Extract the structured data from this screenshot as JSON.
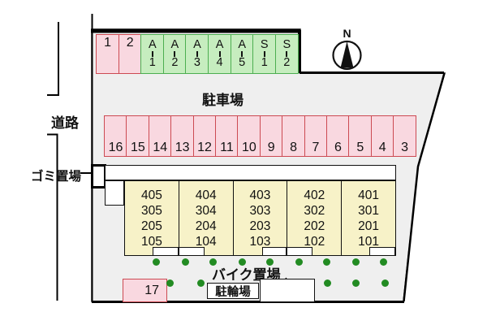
{
  "site": {
    "compass_label": "N",
    "labels": {
      "road": "道路",
      "garbage": "ゴミ置場",
      "parking_lot": "駐車場",
      "bike_area": "バイク置場",
      "bicycle_area": "駐輪場"
    },
    "header_row": {
      "cells": [
        {
          "style": "pink",
          "label": "1"
        },
        {
          "style": "pink",
          "label": "2"
        },
        {
          "style": "green",
          "letter": "A",
          "num": "1"
        },
        {
          "style": "green",
          "letter": "A",
          "num": "2"
        },
        {
          "style": "green",
          "letter": "A",
          "num": "3"
        },
        {
          "style": "green",
          "letter": "A",
          "num": "4"
        },
        {
          "style": "green",
          "letter": "A",
          "num": "5"
        },
        {
          "style": "green",
          "letter": "S",
          "num": "1"
        },
        {
          "style": "green",
          "letter": "S",
          "num": "2"
        }
      ]
    },
    "parking_row": {
      "cells": [
        "16",
        "15",
        "14",
        "13",
        "12",
        "11",
        "10",
        "9",
        "8",
        "7",
        "6",
        "5",
        "4",
        "3"
      ]
    },
    "extra_space": "17",
    "building": {
      "columns": [
        {
          "rooms": [
            "405",
            "305",
            "205",
            "105"
          ]
        },
        {
          "rooms": [
            "404",
            "304",
            "204",
            "104"
          ]
        },
        {
          "rooms": [
            "403",
            "303",
            "203",
            "103"
          ]
        },
        {
          "rooms": [
            "402",
            "302",
            "202",
            "102"
          ]
        },
        {
          "rooms": [
            "401",
            "301",
            "201",
            "101"
          ]
        }
      ]
    },
    "colors": {
      "pink_fill": "#f9d8e0",
      "pink_border": "#cc4a52",
      "green_fill": "#c6edbf",
      "green_border": "#4cae50",
      "building_fill": "#f7f2c8",
      "site_fill": "#efefef",
      "dot_green": "#228b22"
    }
  }
}
